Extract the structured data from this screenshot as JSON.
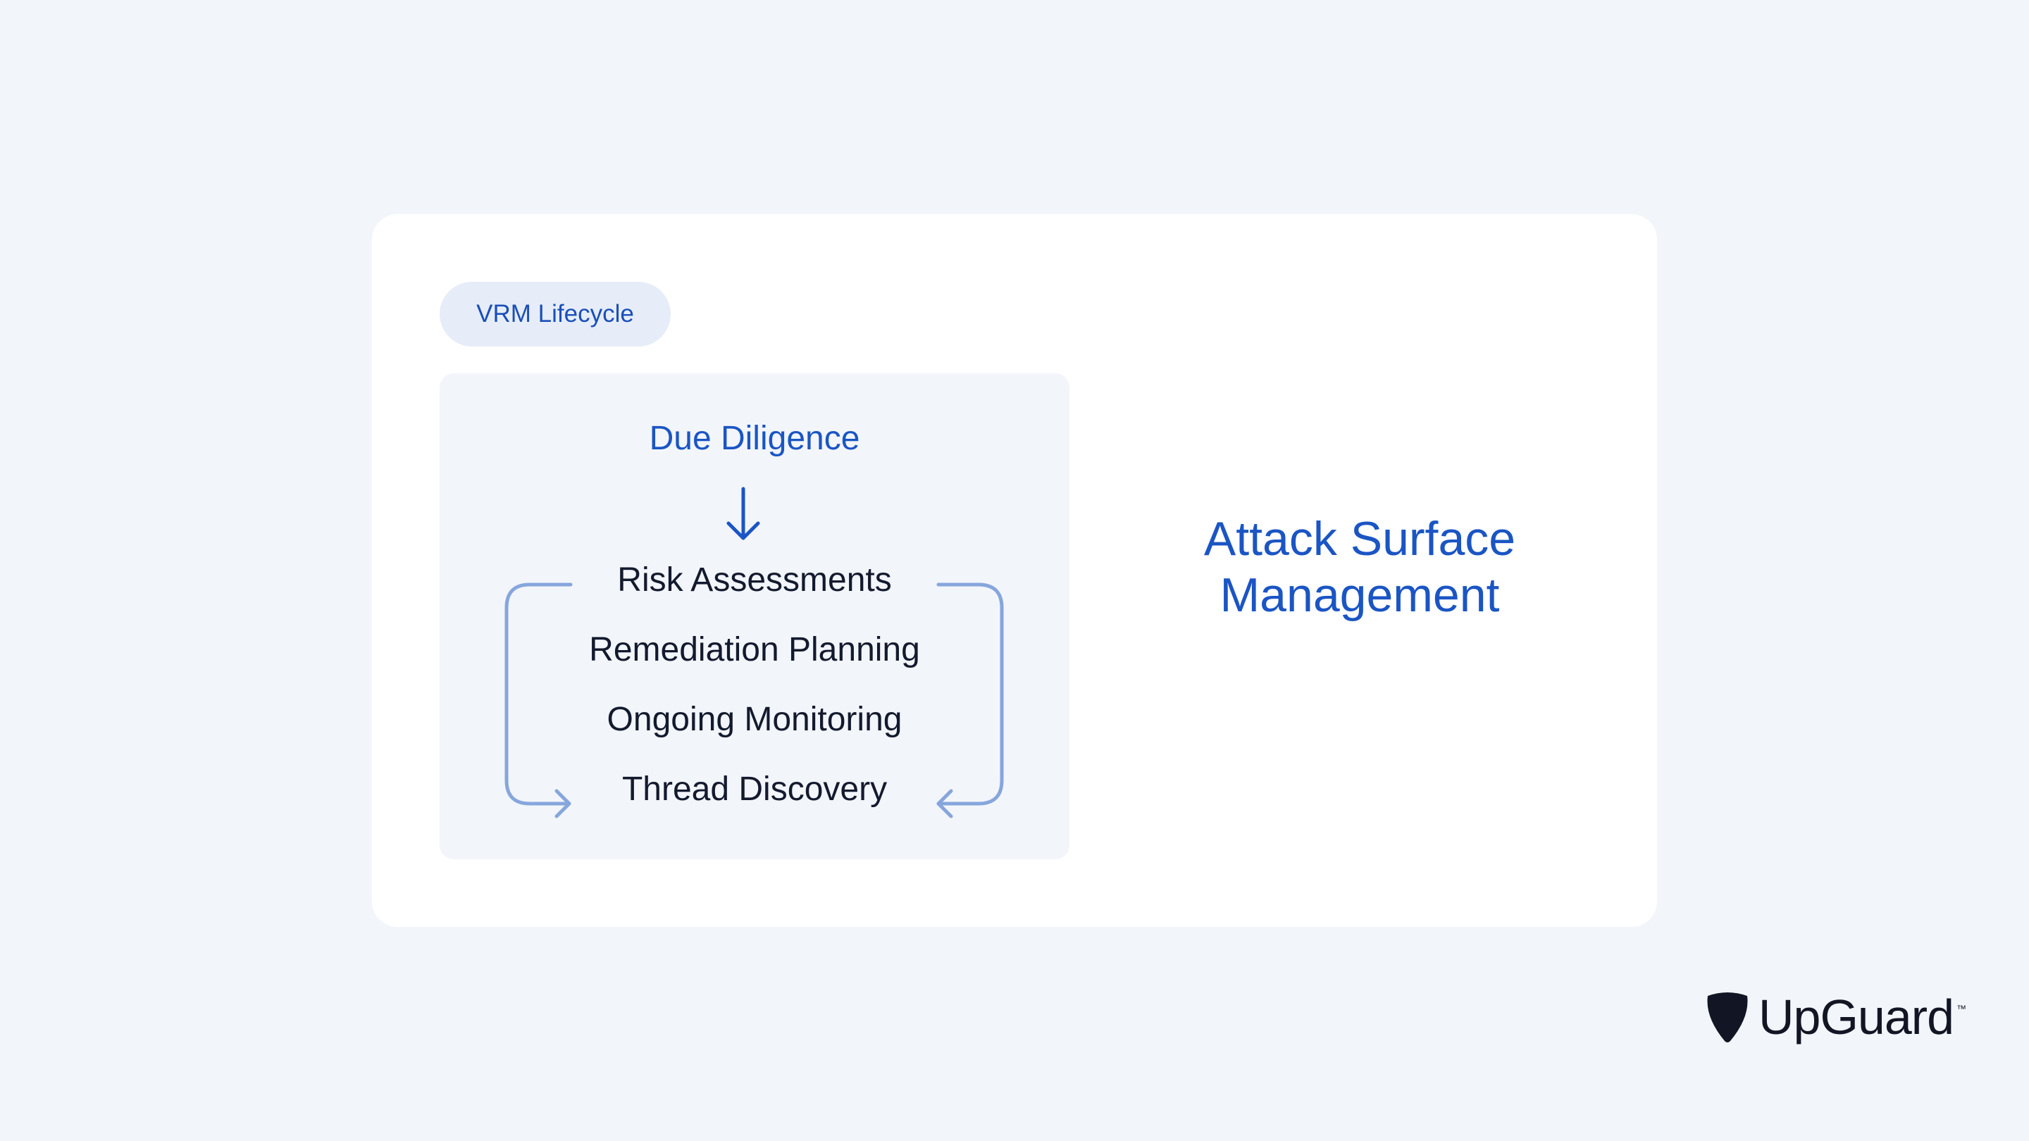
{
  "pill_label": "VRM Lifecycle",
  "due_diligence": "Due Diligence",
  "steps": [
    "Risk Assessments",
    "Remediation Planning",
    "Ongoing Monitoring",
    "Thread Discovery"
  ],
  "asm_line1": "Attack Surface",
  "asm_line2": "Management",
  "logo": {
    "name": "UpGuard",
    "tm": "™"
  },
  "colors": {
    "background": "#f2f5fa",
    "card": "#ffffff",
    "accent": "#1b55c4",
    "arrow_light": "#86a6dc",
    "text_dark": "#141a2e"
  },
  "icons": [
    "arrow-down-icon",
    "loop-arrow-left-icon",
    "loop-arrow-right-icon",
    "upguard-shield-icon"
  ]
}
